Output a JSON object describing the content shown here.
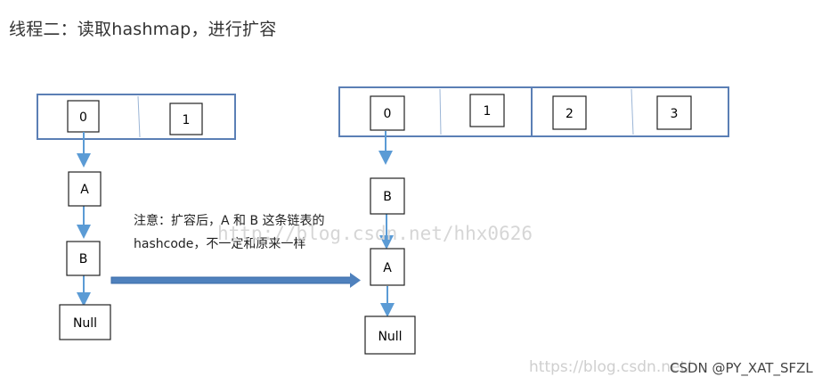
{
  "heading": "线程二：读取hashmap，进行扩容",
  "left_table": {
    "slots": [
      "0",
      "1"
    ]
  },
  "left_chain": [
    "A",
    "B",
    "Null"
  ],
  "right_table": {
    "slots": [
      "0",
      "1",
      "2",
      "3"
    ]
  },
  "right_chain": [
    "B",
    "A",
    "Null"
  ],
  "note": {
    "line1": "注意：扩容后，A 和 B 这条链表的",
    "line2": "hashcode，不一定和原来一样"
  },
  "watermark_main": "http://blog.csdn.net/hhx0626",
  "watermark_footer": "https://blog.csdn.net/",
  "credit": "CSDN @PY_XAT_SFZL",
  "colors": {
    "table_border": "#5b7fb5",
    "arrow": "#5b9bd5",
    "big_arrow": "#4f81bd"
  }
}
